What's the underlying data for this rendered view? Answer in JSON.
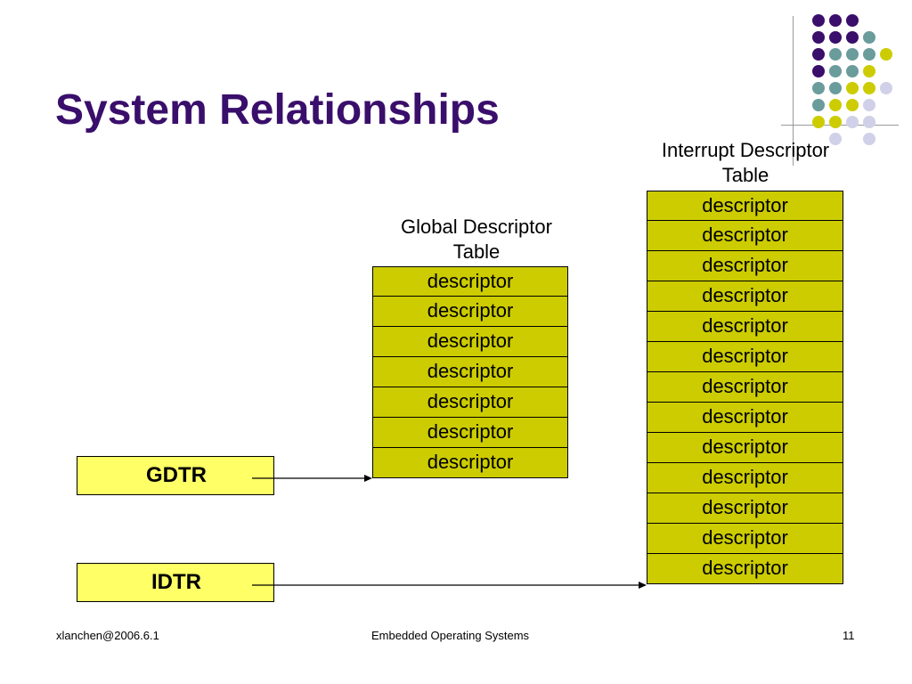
{
  "slide": {
    "title": "System Relationships"
  },
  "gdt": {
    "title_line1": "Global Descriptor",
    "title_line2": "Table",
    "entries": [
      "descriptor",
      "descriptor",
      "descriptor",
      "descriptor",
      "descriptor",
      "descriptor",
      "descriptor"
    ]
  },
  "idt": {
    "title_line1": "Interrupt Descriptor",
    "title_line2": "Table",
    "entries": [
      "descriptor",
      "descriptor",
      "descriptor",
      "descriptor",
      "descriptor",
      "descriptor",
      "descriptor",
      "descriptor",
      "descriptor",
      "descriptor",
      "descriptor",
      "descriptor",
      "descriptor"
    ]
  },
  "registers": {
    "gdtr": "GDTR",
    "idtr": "IDTR"
  },
  "footer": {
    "left": "xlanchen@2006.6.1",
    "center": "Embedded Operating Systems",
    "page": "11"
  },
  "colors": {
    "title": "#3a0e6b",
    "descriptor_fill": "#cccc00",
    "register_fill": "#ffff66",
    "dot_purple": "#3a0e6b",
    "dot_teal": "#6a9c9c",
    "dot_olive": "#cccc00",
    "dot_lavender": "#d0d0e8"
  },
  "decoration": {
    "dot_grid": [
      [
        "dot_purple",
        "dot_purple",
        "dot_purple"
      ],
      [
        "dot_purple",
        "dot_purple",
        "dot_purple",
        "dot_teal"
      ],
      [
        "dot_purple",
        "dot_teal",
        "dot_teal",
        "dot_teal",
        "dot_olive"
      ],
      [
        "dot_purple",
        "dot_teal",
        "dot_teal",
        "dot_olive"
      ],
      [
        "dot_teal",
        "dot_teal",
        "dot_olive",
        "dot_olive",
        "dot_lavender"
      ],
      [
        "dot_teal",
        "dot_olive",
        "dot_olive",
        "dot_lavender"
      ],
      [
        "dot_olive",
        "dot_olive",
        "dot_lavender",
        "dot_lavender"
      ],
      [
        "dot_lavender",
        "dot_lavender"
      ]
    ]
  }
}
